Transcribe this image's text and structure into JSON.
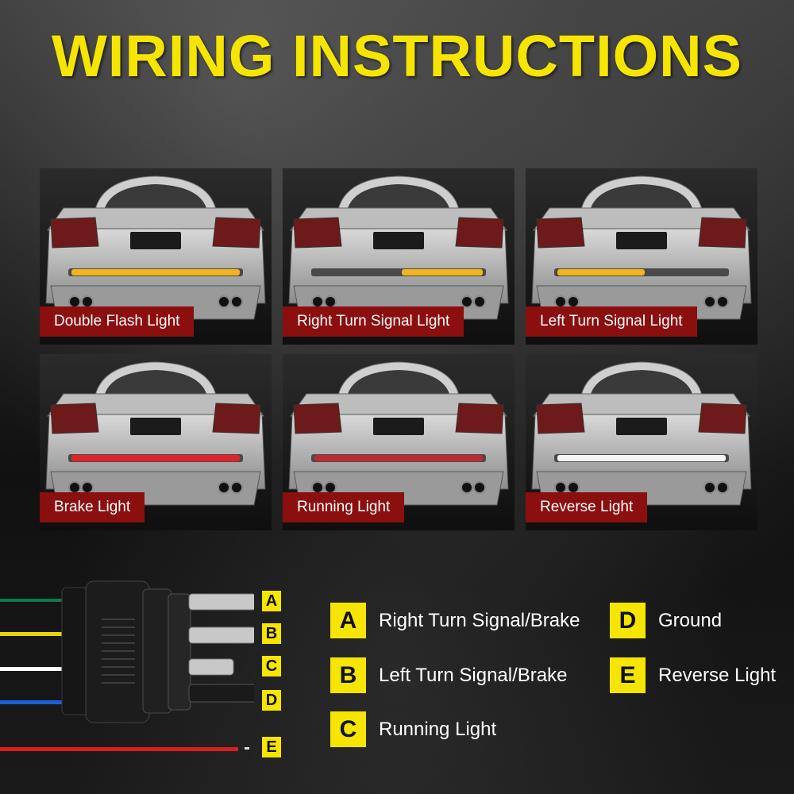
{
  "title": "WIRING INSTRUCTIONS",
  "colors": {
    "title": "#f5e500",
    "caption_bg": "#8b0f0f",
    "badge": "#f5e500",
    "amber_strip": "#f3b51f",
    "red_strip": "#e2222a"
  },
  "panels": [
    {
      "label": "Double Flash Light",
      "strip": "amber-full"
    },
    {
      "label": "Right Turn Signal Light",
      "strip": "amber-right"
    },
    {
      "label": "Left Turn Signal Light",
      "strip": "amber-left"
    },
    {
      "label": "Brake Light",
      "strip": "red-bright"
    },
    {
      "label": "Running Light",
      "strip": "red-dim"
    },
    {
      "label": "Reverse Light",
      "strip": "white"
    }
  ],
  "connector": {
    "wires": [
      {
        "pin": "A",
        "color": "#0f7a4a"
      },
      {
        "pin": "B",
        "color": "#e8d400"
      },
      {
        "pin": "C",
        "color": "#ffffff"
      },
      {
        "pin": "D",
        "color": "#1e5fd8"
      },
      {
        "pin": "E",
        "color": "#d81e1e"
      }
    ]
  },
  "legend": [
    {
      "letter": "A",
      "text": "Right Turn Signal/Brake"
    },
    {
      "letter": "B",
      "text": "Left Turn Signal/Brake"
    },
    {
      "letter": "C",
      "text": "Running Light"
    },
    {
      "letter": "D",
      "text": "Ground"
    },
    {
      "letter": "E",
      "text": "Reverse Light"
    }
  ]
}
